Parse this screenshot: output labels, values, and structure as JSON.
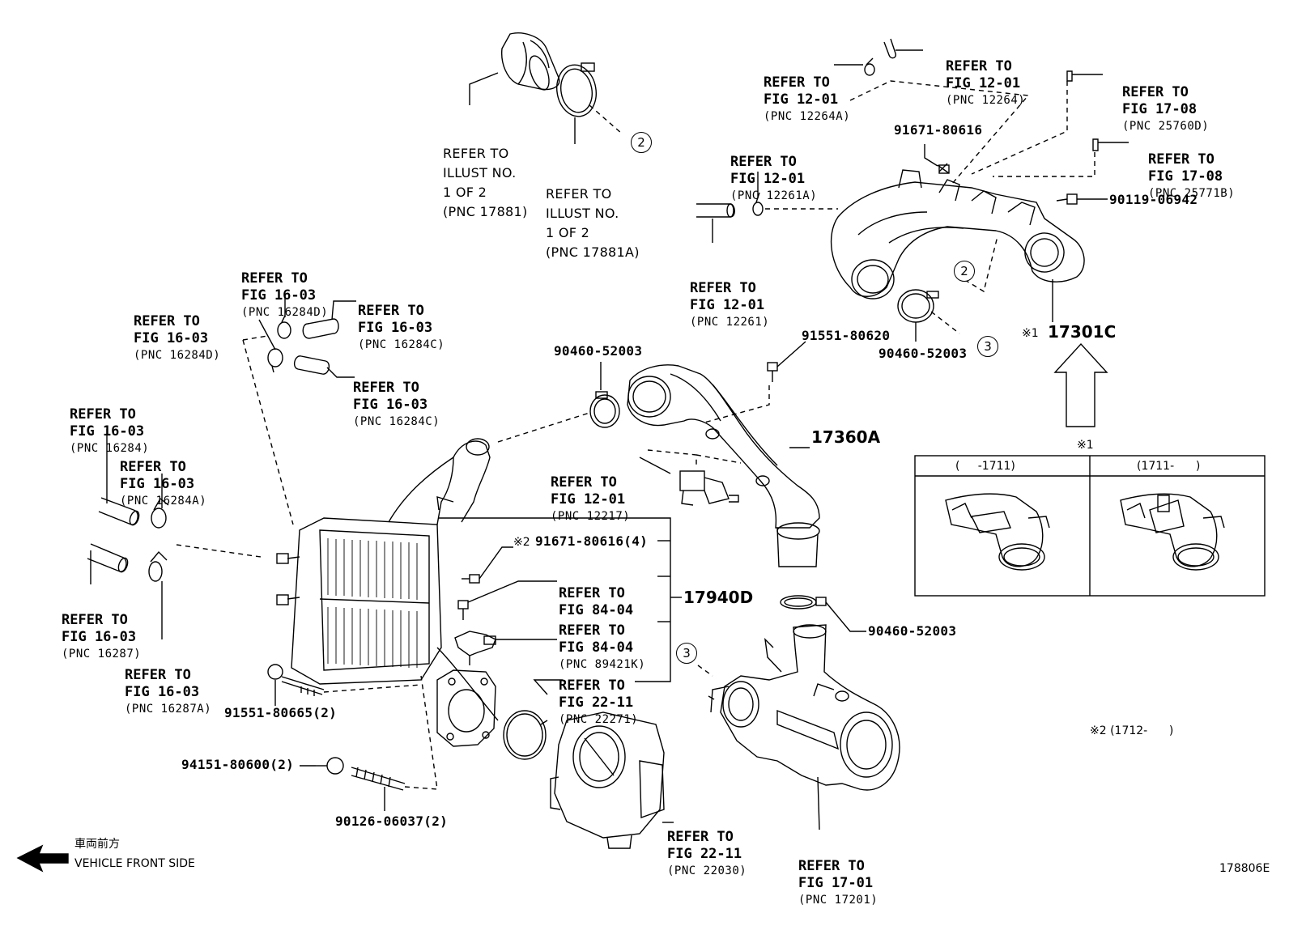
{
  "refs": {
    "r1": [
      "REFER TO",
      "ILLUST NO.",
      "1 OF 2",
      "(PNC 17881)"
    ],
    "r2": [
      "REFER TO",
      "ILLUST NO.",
      "1 OF 2",
      "(PNC 17881A)"
    ],
    "r3": [
      "REFER TO",
      "FIG 12-01",
      "(PNC 12264A)"
    ],
    "r4": [
      "REFER TO",
      "FIG 12-01",
      "(PNC 12264)"
    ],
    "r5": [
      "REFER TO",
      "FIG 17-08",
      "(PNC 25760D)"
    ],
    "r6": [
      "REFER TO",
      "FIG 17-08",
      "(PNC 25771B)"
    ],
    "r7": [
      "REFER TO",
      "FIG 12-01",
      "(PNC 12261A)"
    ],
    "r8": [
      "REFER TO",
      "FIG 12-01",
      "(PNC 12261)"
    ],
    "r9": [
      "REFER TO",
      "FIG 16-03",
      "(PNC 16284D)"
    ],
    "r10": [
      "REFER TO",
      "FIG 16-03",
      "(PNC 16284D)"
    ],
    "r11": [
      "REFER TO",
      "FIG 16-03",
      "(PNC 16284C)"
    ],
    "r12": [
      "REFER TO",
      "FIG 16-03",
      "(PNC 16284C)"
    ],
    "r13": [
      "REFER TO",
      "FIG 16-03",
      "(PNC 16284)"
    ],
    "r14": [
      "REFER TO",
      "FIG 16-03",
      "(PNC 16284A)"
    ],
    "r15": [
      "REFER TO",
      "FIG 16-03",
      "(PNC 16287)"
    ],
    "r16": [
      "REFER TO",
      "FIG 16-03",
      "(PNC 16287A)"
    ],
    "r17": [
      "REFER TO",
      "FIG 12-01",
      "(PNC 12217)"
    ],
    "r18": [
      "REFER TO",
      "FIG 84-04"
    ],
    "r19": [
      "REFER TO",
      "FIG 84-04",
      "(PNC 89421K)"
    ],
    "r20": [
      "REFER TO",
      "FIG 22-11",
      "(PNC 22271)"
    ],
    "r21": [
      "REFER TO",
      "FIG 22-11",
      "(PNC 22030)"
    ],
    "r22": [
      "REFER TO",
      "FIG 17-01",
      "(PNC 17201)"
    ]
  },
  "parts": {
    "p91671_top": "91671-80616",
    "p90119": "90119-06942",
    "p91551_80620": "91551-80620",
    "p90460_a": "90460-52003",
    "p90460_b": "90460-52003",
    "p90460_c": "90460-52003",
    "p91671_4": "91671-80616(4)",
    "p91551_80665": "91551-80665(2)",
    "p94151": "94151-80600(2)",
    "p90126": "90126-06037(2)"
  },
  "assemblies": {
    "a17301C": "17301C",
    "a17360A": "17360A",
    "a17940D": "17940D"
  },
  "marks": {
    "m1_label": "※1",
    "m1_under": "※1",
    "m2_label": "※2",
    "m2_note": "※2 (1712-      )"
  },
  "inset": {
    "left_header": "(     -1711)",
    "right_header": "(1711-      )"
  },
  "callouts": {
    "c2a": "2",
    "c2b": "2",
    "c3a": "3",
    "c3b": "3"
  },
  "footer": {
    "front_jp": "車両前方",
    "front_en": "VEHICLE FRONT SIDE",
    "fig_id": "178806E"
  }
}
